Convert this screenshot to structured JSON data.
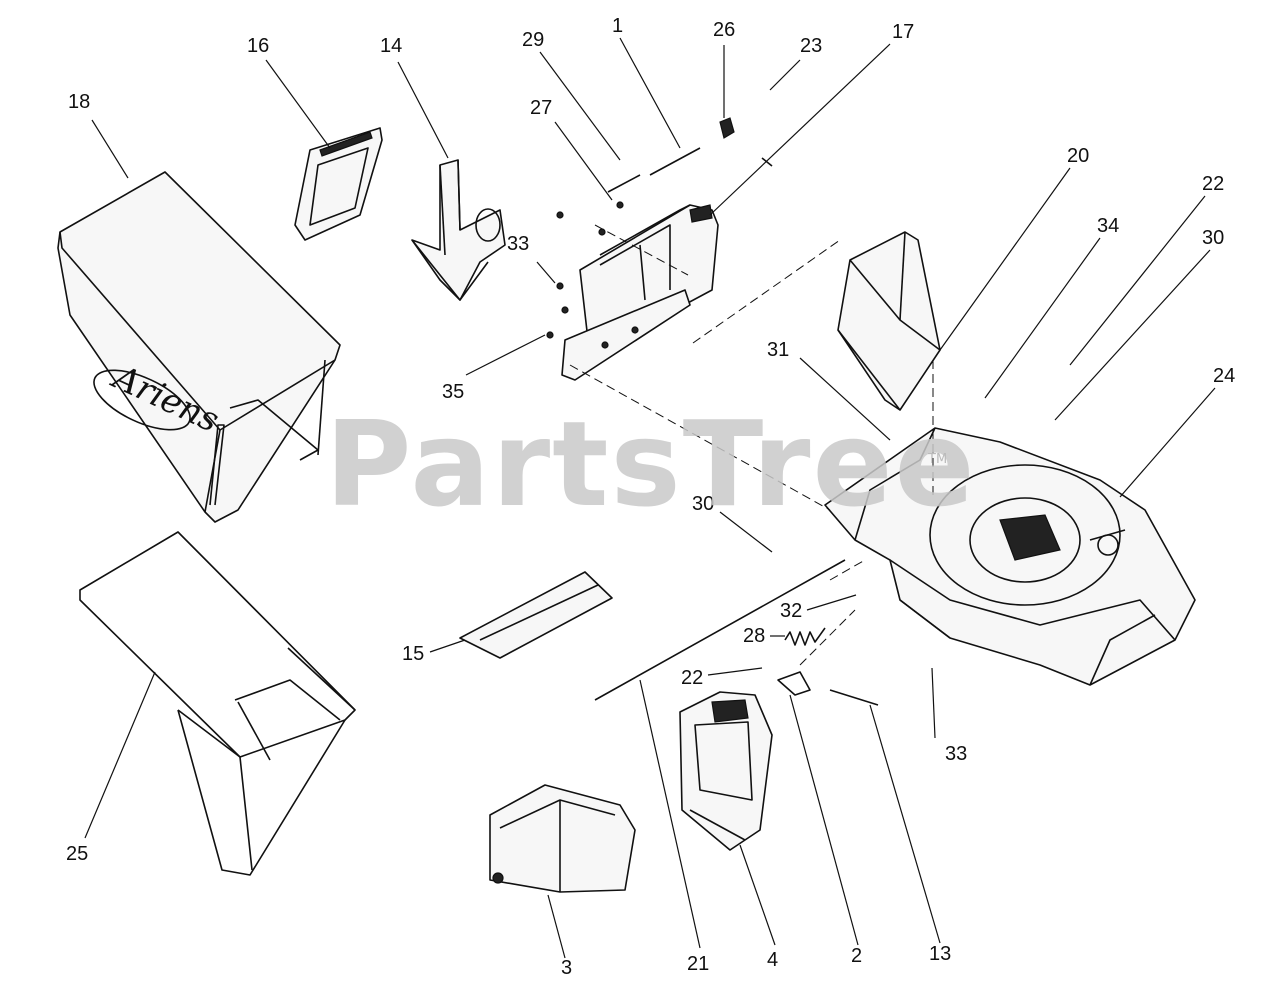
{
  "watermark": {
    "text": "PartsTree",
    "trademark": "TM"
  },
  "bag_brand": "Ariens",
  "callouts": [
    {
      "id": "c18",
      "label": "18"
    },
    {
      "id": "c16",
      "label": "16"
    },
    {
      "id": "c14",
      "label": "14"
    },
    {
      "id": "c29",
      "label": "29"
    },
    {
      "id": "c1",
      "label": "1"
    },
    {
      "id": "c26",
      "label": "26"
    },
    {
      "id": "c23",
      "label": "23"
    },
    {
      "id": "c17",
      "label": "17"
    },
    {
      "id": "c27",
      "label": "27"
    },
    {
      "id": "c33a",
      "label": "33"
    },
    {
      "id": "c35",
      "label": "35"
    },
    {
      "id": "c20",
      "label": "20"
    },
    {
      "id": "c34",
      "label": "34"
    },
    {
      "id": "c22a",
      "label": "22"
    },
    {
      "id": "c30a",
      "label": "30"
    },
    {
      "id": "c31",
      "label": "31"
    },
    {
      "id": "c24",
      "label": "24"
    },
    {
      "id": "c30b",
      "label": "30"
    },
    {
      "id": "c32",
      "label": "32"
    },
    {
      "id": "c28",
      "label": "28"
    },
    {
      "id": "c15",
      "label": "15"
    },
    {
      "id": "c22b",
      "label": "22"
    },
    {
      "id": "c33b",
      "label": "33"
    },
    {
      "id": "c25",
      "label": "25"
    },
    {
      "id": "c3",
      "label": "3"
    },
    {
      "id": "c21",
      "label": "21"
    },
    {
      "id": "c4",
      "label": "4"
    },
    {
      "id": "c2",
      "label": "2"
    },
    {
      "id": "c13",
      "label": "13"
    }
  ]
}
